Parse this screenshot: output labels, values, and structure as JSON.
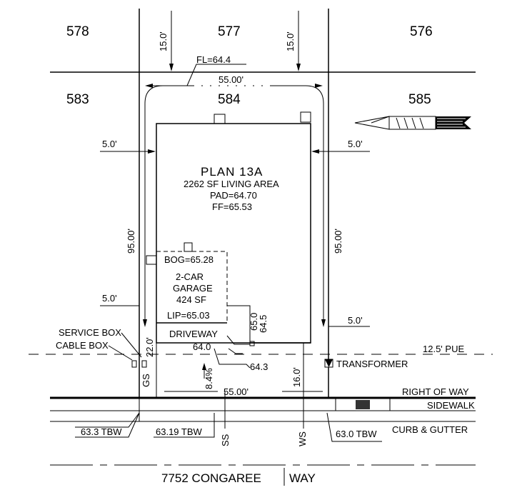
{
  "lots": {
    "top_left": "578",
    "top_center": "577",
    "top_right": "576",
    "mid_left": "583",
    "subject": "584",
    "mid_right": "585"
  },
  "setbacks": {
    "rear_left": "15.0'",
    "rear_right": "15.0'",
    "side_left_upper": "5.0'",
    "side_right_upper": "5.0'",
    "side_left_lower": "5.0'",
    "side_right_lower": "5.0'",
    "front_garage": "22.0'",
    "front_house": "16.0'"
  },
  "lot_dims": {
    "width_rear": "55.00'",
    "width_front": "55.00'",
    "depth_left": "95.00'",
    "depth_right": "95.00'"
  },
  "house": {
    "plan": "PLAN 13A",
    "living_area": "2262 SF LIVING AREA",
    "pad": "PAD=64.70",
    "ff": "FF=65.53"
  },
  "garage": {
    "bog": "BOG=65.28",
    "type_line1": "2-CAR",
    "type_line2": "GARAGE",
    "area": "424 SF",
    "lip": "LIP=65.03"
  },
  "grades": {
    "fl": "FL=64.4",
    "g640": "64.0",
    "g643": "64.3",
    "g650": "65.0",
    "g645": "64.5",
    "slope": "8.4%"
  },
  "labels": {
    "driveway": "DRIVEWAY",
    "service_box": "SERVICE BOX",
    "cable_box": "CABLE BOX",
    "gs": "GS",
    "ss": "SS",
    "ws": "WS",
    "pue": "12.5' PUE",
    "transformer": "TRANSFORMER",
    "right_of_way": "RIGHT OF WAY",
    "sidewalk": "SIDEWALK",
    "curb_gutter": "CURB & GUTTER",
    "tbw_left": "63.3 TBW",
    "tbw_center": "63.19 TBW",
    "tbw_right": "63.0 TBW",
    "street_name": "7752 CONGAREE",
    "street_suffix": "WAY"
  },
  "north_arrow": "north-arrow-icon"
}
